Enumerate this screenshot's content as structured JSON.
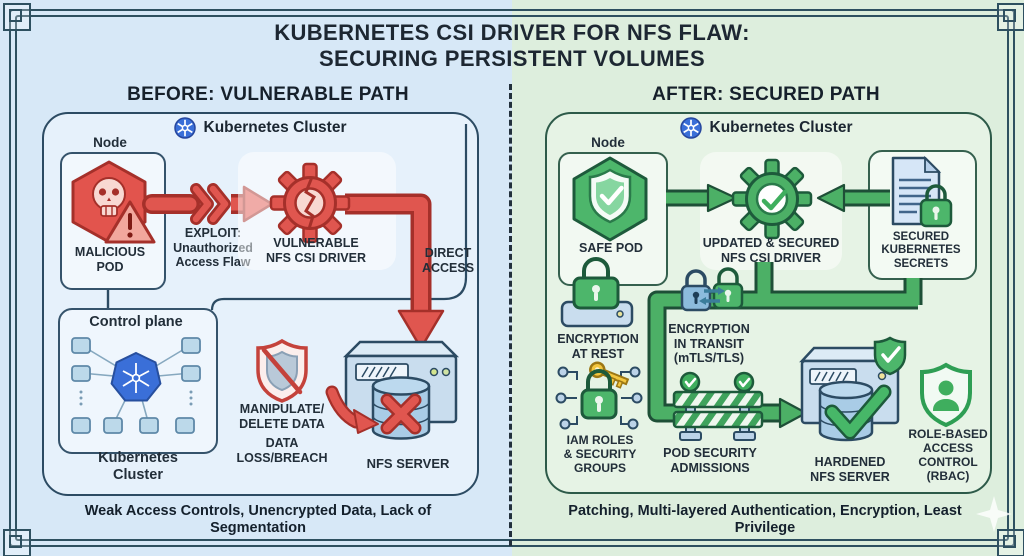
{
  "title": [
    "KUBERNETES CSI DRIVER FOR NFS FLAW:",
    "SECURING PERSISTENT VOLUMES"
  ],
  "before": {
    "heading": "BEFORE: VULNERABLE PATH",
    "cluster": "Kubernetes Cluster",
    "node": "Node",
    "malicious_pod": [
      "MALICIOUS",
      "POD"
    ],
    "exploit": [
      "EXPLOIT:",
      "Unauthorized",
      "Access Flaw"
    ],
    "driver": [
      "VULNERABLE",
      "NFS CSI DRIVER"
    ],
    "direct": [
      "DIRECT",
      "ACCESS"
    ],
    "control_plane": "Control plane",
    "control_caption": [
      "Kubernetes",
      "Cluster"
    ],
    "manipulate": [
      "MANIPULATE/",
      "DELETE DATA"
    ],
    "loss": [
      "DATA",
      "LOSS/BREACH"
    ],
    "nfs_server": "NFS SERVER",
    "caption": "Weak Access Controls, Unencrypted Data, Lack of Segmentation"
  },
  "after": {
    "heading": "AFTER: SECURED PATH",
    "cluster": "Kubernetes Cluster",
    "node": "Node",
    "safe_pod": "SAFE POD",
    "driver": [
      "UPDATED & SECURED",
      "NFS CSI DRIVER"
    ],
    "secrets": [
      "SECURED",
      "KUBERNETES",
      "SECRETS"
    ],
    "enc_rest": [
      "ENCRYPTION",
      "AT REST"
    ],
    "enc_transit": [
      "ENCRYPTION",
      "IN TRANSIT",
      "(mTLS/TLS)"
    ],
    "iam": [
      "IAM ROLES",
      "& SECURITY",
      "GROUPS"
    ],
    "psa": [
      "POD SECURITY",
      "ADMISSIONS"
    ],
    "hardened": [
      "HARDENED",
      "NFS SERVER"
    ],
    "rbac": [
      "ROLE-BASED",
      "ACCESS",
      "CONTROL",
      "(RBAC)"
    ],
    "caption": "Patching, Multi-layered Authentication, Encryption, Least Privilege"
  },
  "colors": {
    "danger": "#e0564f",
    "danger_dark": "#a5302a",
    "safe": "#4cb066",
    "safe_dark": "#1d5a3b",
    "k8s_blue": "#3a6fd8",
    "left_bg": "#d7e8f7",
    "right_bg": "#ddeedd"
  }
}
